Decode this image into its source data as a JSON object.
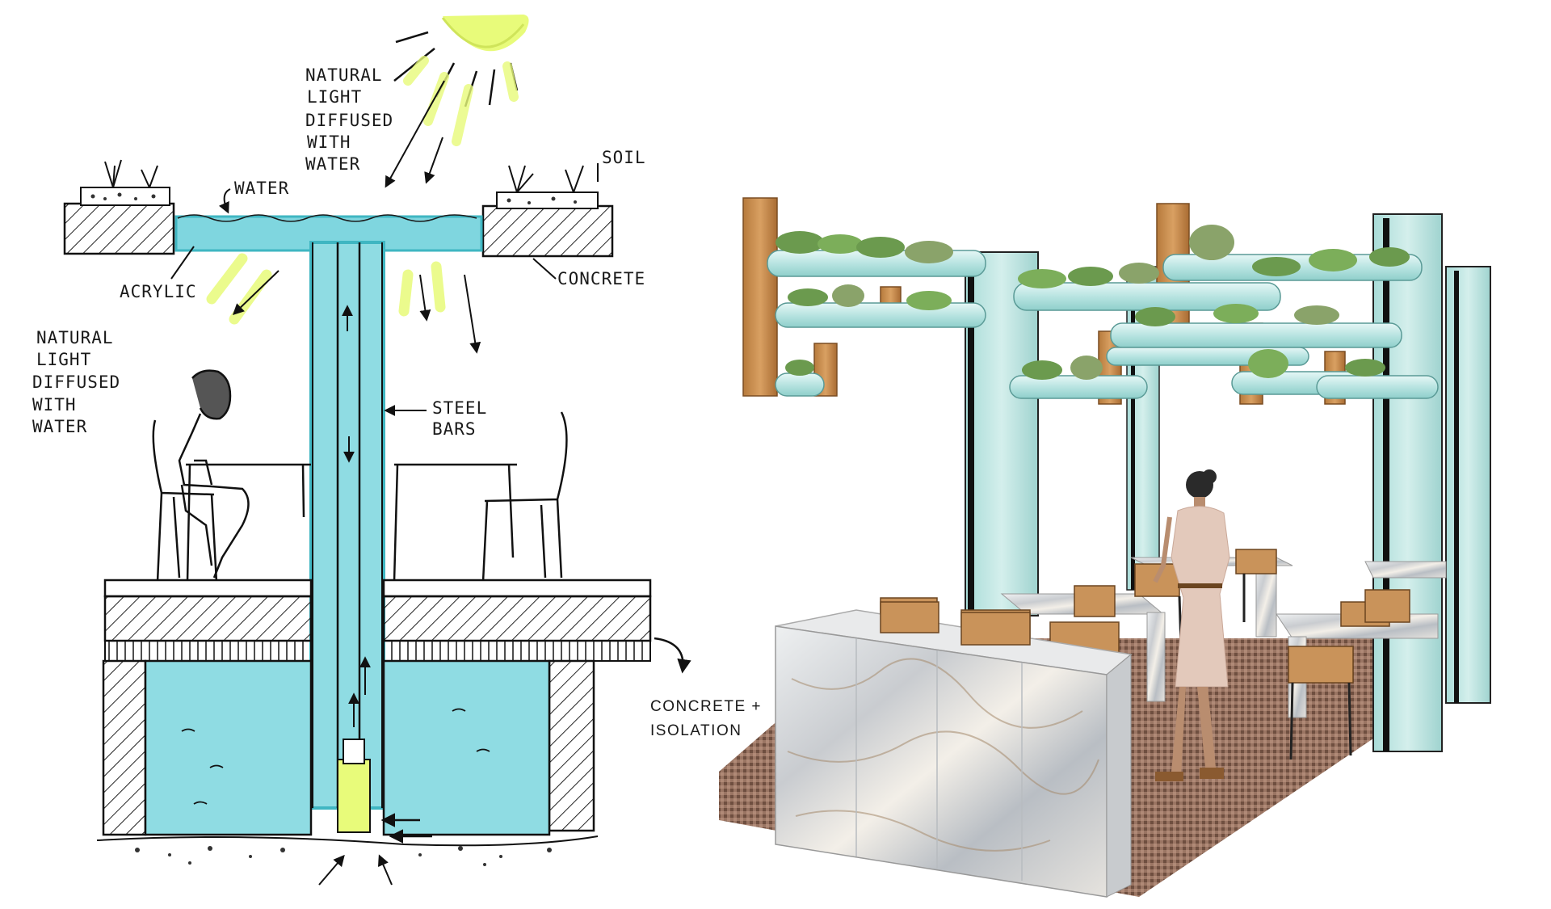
{
  "left_sketch": {
    "label_top_light": [
      "NATURAL",
      "LIGHT",
      "DIFFUSED",
      "WITH",
      "WATER"
    ],
    "label_water": "WATER",
    "label_soil": "SOIL",
    "label_acrylic": "ACRYLIC",
    "label_concrete": "CONCRETE",
    "label_side_light": [
      "NATURAL",
      "LIGHT",
      "DIFFUSED",
      "WITH",
      "WATER"
    ],
    "label_steel": [
      "STEEL",
      "BARS"
    ],
    "label_concrete_isolation": [
      "CONCRETE +",
      "ISOLATION"
    ]
  },
  "colors": {
    "water": "#7fd6df",
    "water_dark": "#3fb6c2",
    "sun": "#e8fb7a",
    "glass_column": "#bfe5e3",
    "wood": "#c98f4e",
    "carpet": "#8d6a58",
    "marble": "#d9dadb",
    "figure_dress": "#e3c9bb"
  },
  "icons": [
    "sun-icon",
    "plant-icon",
    "person-sketch",
    "chair-sketch",
    "pump-icon"
  ]
}
